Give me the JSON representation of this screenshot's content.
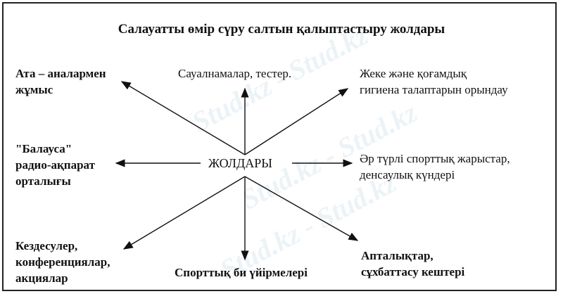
{
  "title": "Салауатты өмір сүру салтын қалыптастыру жолдары",
  "center": "ЖОЛДАРЫ",
  "nodes": {
    "top_left": [
      "Ата – аналармен",
      "жұмыс"
    ],
    "top": [
      "Сауалнамалар, тестер."
    ],
    "top_right": [
      "Жеке және қоғамдық",
      "гигиена талаптарын орындау"
    ],
    "left": [
      "\"Балауса\"",
      "радио-ақпарат",
      "орталығы"
    ],
    "right": [
      "Әр түрлі спорттық жарыстар,",
      "денсаулық күндері"
    ],
    "bottom_left": [
      "Кездесулер,",
      "конференциялар,",
      "акциялар"
    ],
    "bottom": [
      "Спорттық би үйірмелері"
    ],
    "bottom_right": [
      "Апталықтар,",
      "сұхбаттасу кештері"
    ]
  },
  "watermark": "Stud.kz - Stud.kz"
}
